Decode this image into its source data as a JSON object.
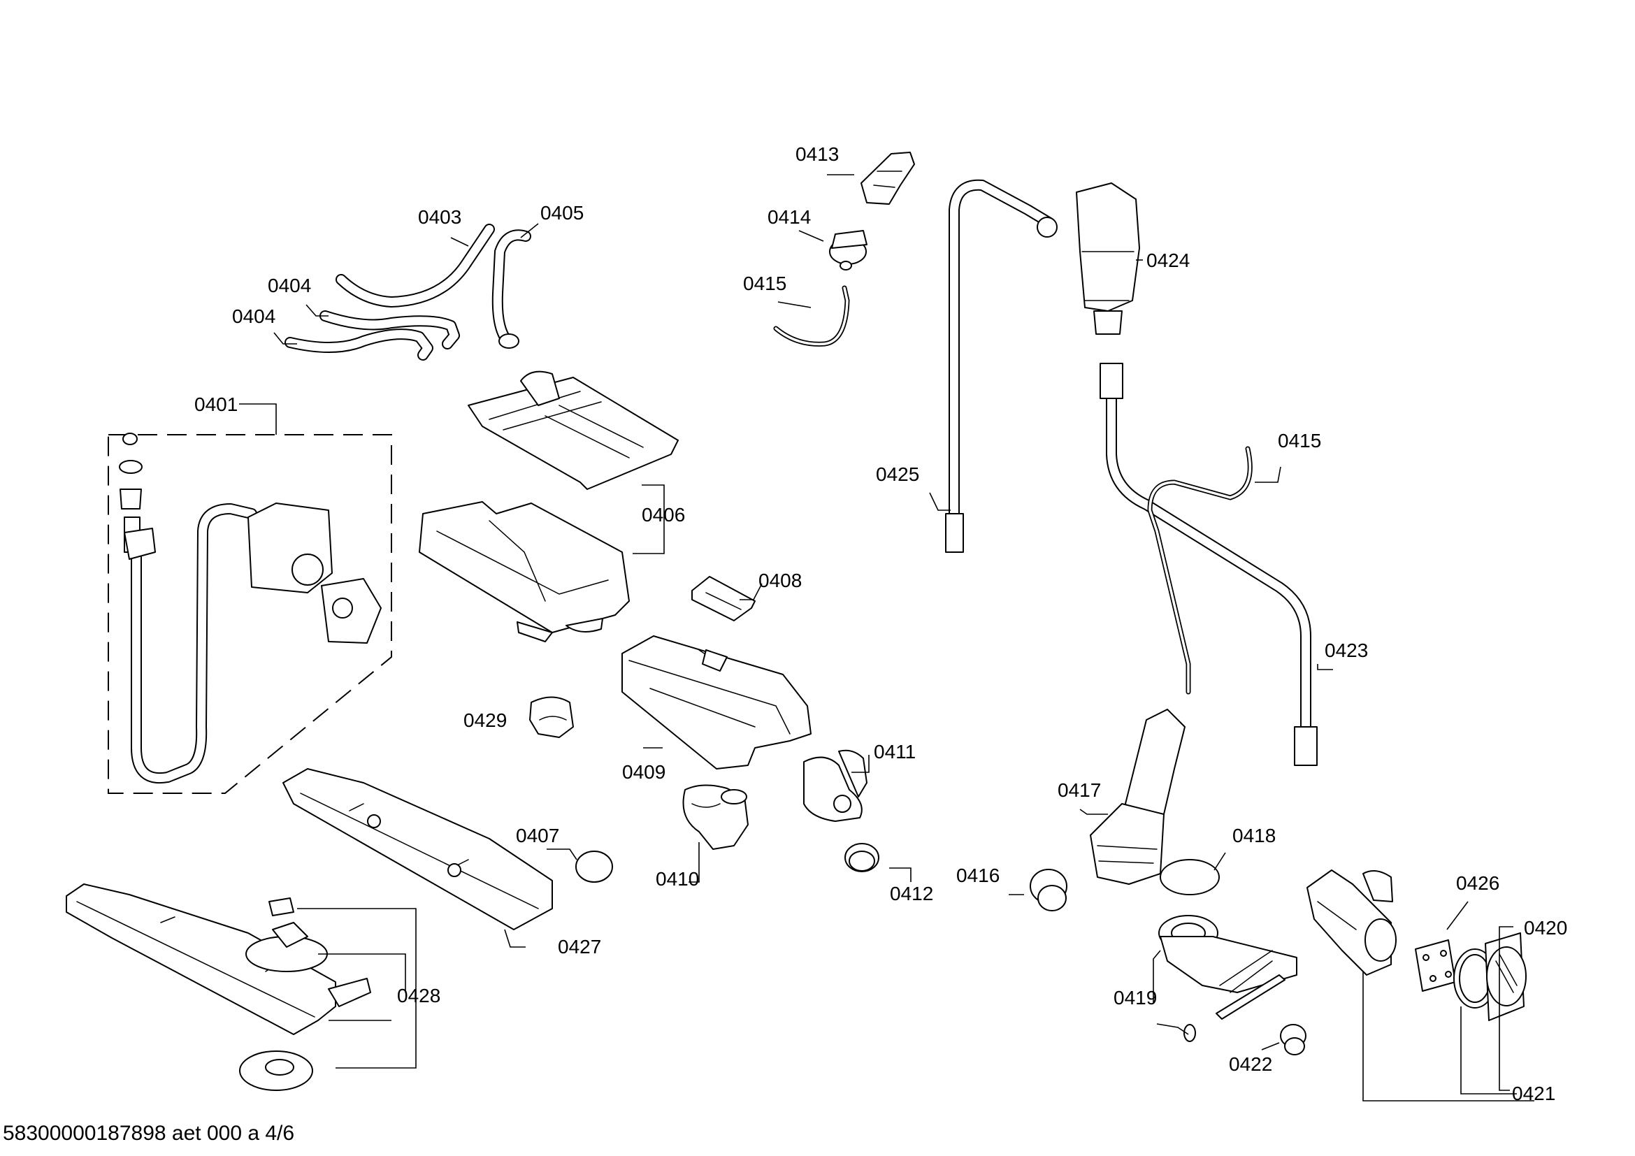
{
  "labels": {
    "l0401": "0401",
    "l0403": "0403",
    "l0404a": "0404",
    "l0404b": "0404",
    "l0405": "0405",
    "l0406": "0406",
    "l0407": "0407",
    "l0408": "0408",
    "l0409": "0409",
    "l0410": "0410",
    "l0411": "0411",
    "l0412": "0412",
    "l0413": "0413",
    "l0414": "0414",
    "l0415a": "0415",
    "l0415b": "0415",
    "l0416": "0416",
    "l0417": "0417",
    "l0418": "0418",
    "l0419": "0419",
    "l0420": "0420",
    "l0421": "0421",
    "l0422": "0422",
    "l0423": "0423",
    "l0424": "0424",
    "l0425": "0425",
    "l0426": "0426",
    "l0427": "0427",
    "l0428": "0428",
    "l0429": "0429"
  },
  "footer": "58300000187898 aet 000 a 4/6"
}
